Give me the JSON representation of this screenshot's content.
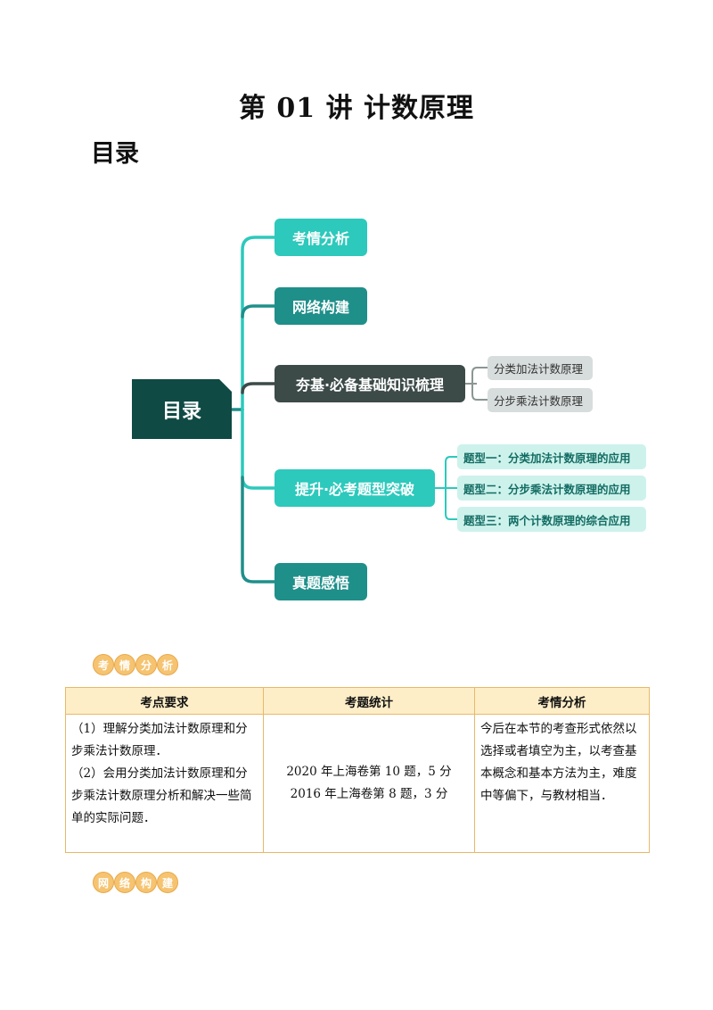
{
  "title": "第 01 讲    计数原理",
  "toc_heading": "目录",
  "mindmap": {
    "root": "目录",
    "branches": [
      "考情分析",
      "网络构建",
      "夯基·必备基础知识梳理",
      "提升·必考题型突破",
      "真题感悟"
    ],
    "basics_leaves": [
      "分类加法计数原理",
      "分步乘法计数原理"
    ],
    "type_leaves": [
      "题型一：分类加法计数原理的应用",
      "题型二：分步乘法计数原理的应用",
      "题型三：两个计数原理的综合应用"
    ]
  },
  "section1_badge": [
    "考",
    "情",
    "分",
    "析"
  ],
  "section2_badge": [
    "网",
    "络",
    "构",
    "建"
  ],
  "table": {
    "headers": [
      "考点要求",
      "考题统计",
      "考情分析"
    ],
    "requirements": [
      "（1）理解分类加法计数原理和分步乘法计数原理．",
      "（2）会用分类加法计数原理和分步乘法计数原理分析和解决一些简单的实际问题．"
    ],
    "stats": [
      "2020 年上海卷第 10 题，5 分",
      "2016 年上海卷第 8 题，3 分"
    ],
    "analysis": "今后在本节的考查形式依然以选择或者填空为主，以考查基本概念和基本方法为主，难度中等偏下，与教材相当．"
  },
  "colors": {
    "root": "#0f4a44",
    "teal": "#2cc9bc",
    "dark_teal": "#1f8f8a",
    "gray_branch": "#3c4a48",
    "table_border": "#e8b96a",
    "table_header": "#fdeec8",
    "badge": "#f6c471"
  }
}
